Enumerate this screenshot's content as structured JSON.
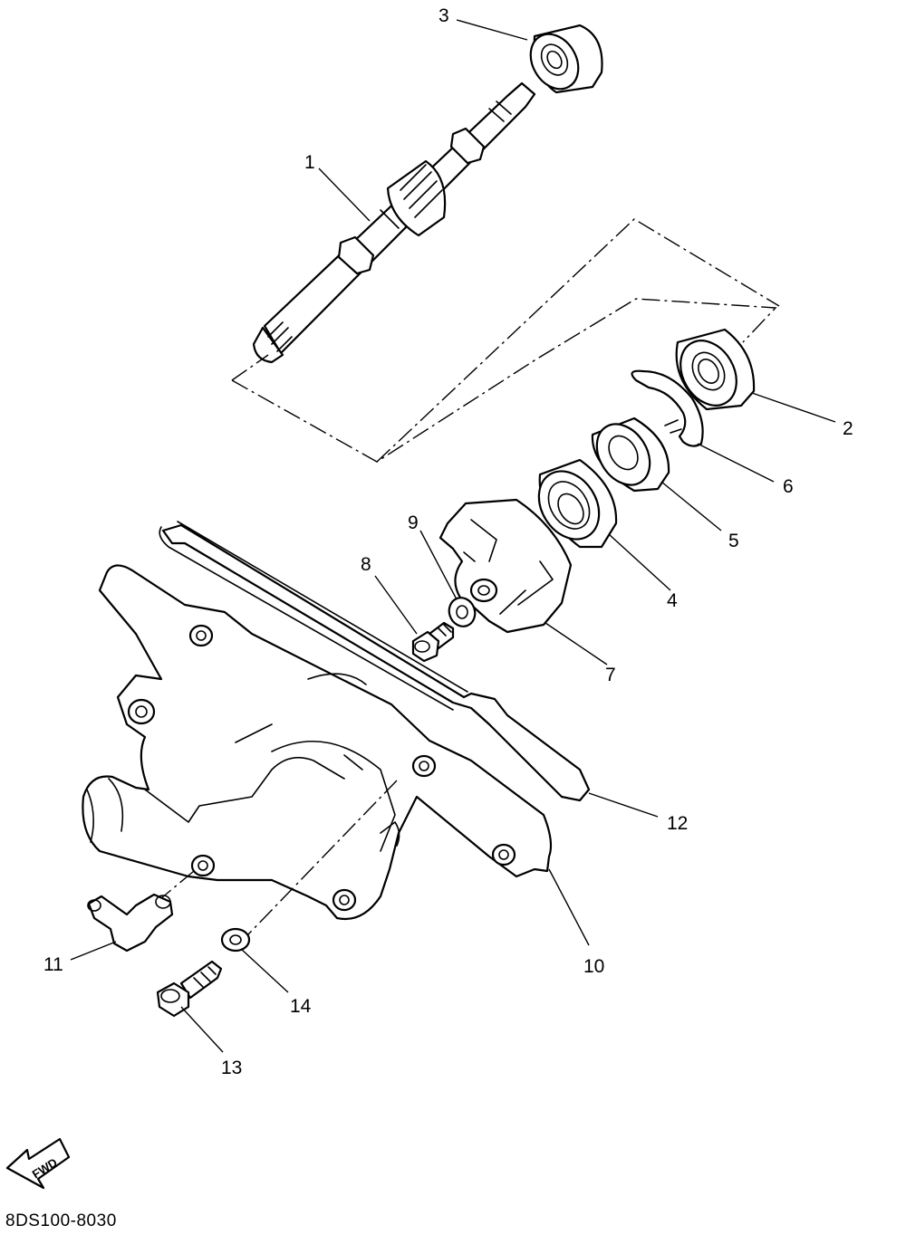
{
  "diagram": {
    "drawing_code": "8DS100-8030",
    "direction_arrow_label": "FWD",
    "callouts": [
      {
        "id": "callout-1",
        "label": "1"
      },
      {
        "id": "callout-2",
        "label": "2"
      },
      {
        "id": "callout-3",
        "label": "3"
      },
      {
        "id": "callout-4",
        "label": "4"
      },
      {
        "id": "callout-5",
        "label": "5"
      },
      {
        "id": "callout-6",
        "label": "6"
      },
      {
        "id": "callout-7",
        "label": "7"
      },
      {
        "id": "callout-8",
        "label": "8"
      },
      {
        "id": "callout-9",
        "label": "9"
      },
      {
        "id": "callout-10",
        "label": "10"
      },
      {
        "id": "callout-11",
        "label": "11"
      },
      {
        "id": "callout-12",
        "label": "12"
      },
      {
        "id": "callout-13",
        "label": "13"
      },
      {
        "id": "callout-14",
        "label": "14"
      }
    ]
  }
}
